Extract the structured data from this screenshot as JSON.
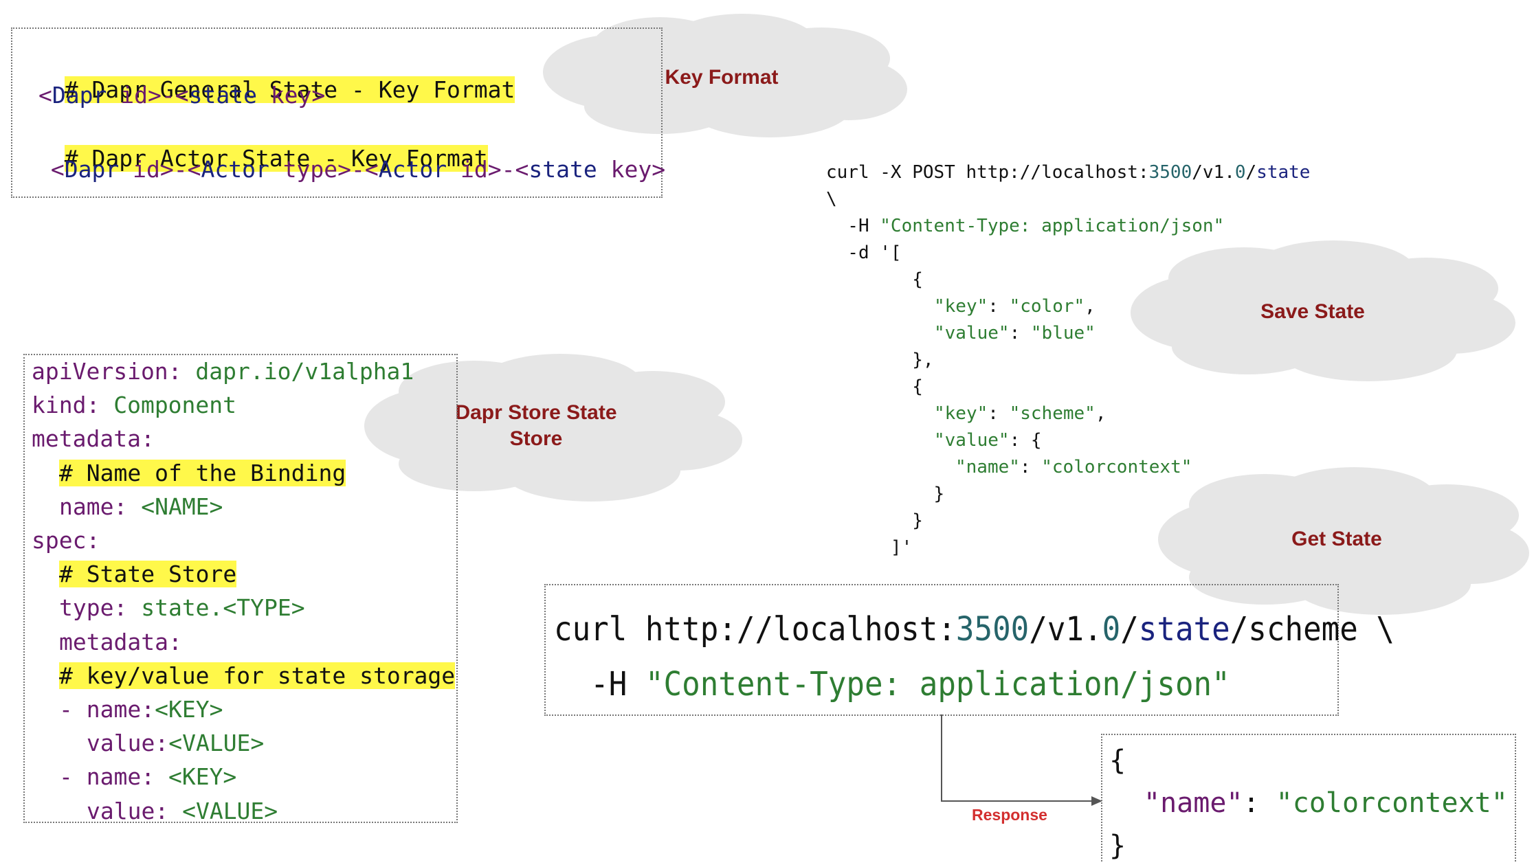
{
  "key_format": {
    "general_comment": "# Dapr General State - Key Format",
    "general_key": [
      "<",
      "Dapr",
      " ",
      "id",
      ">-<",
      "state",
      " ",
      "key",
      ">"
    ],
    "actor_comment": "# Dapr Actor State - Key Format",
    "actor_key": [
      " <",
      "Dapr",
      " ",
      "id",
      ">-<",
      "Actor",
      " ",
      "type",
      ">-<",
      "Actor",
      " ",
      "id",
      ">-<",
      "state",
      " ",
      "key",
      ">"
    ]
  },
  "clouds": {
    "key_format": "Key Format",
    "save_state": "Save State",
    "store_line1": "Dapr Store State",
    "store_line2": "Store",
    "get_state": "Get State"
  },
  "yaml": {
    "l1_key": "apiVersion:",
    "l1_val": " dapr.io/v1alpha1",
    "l2_key": "kind:",
    "l2_val": " Component",
    "l3_key": "metadata:",
    "l4_comment": "# Name of the Binding",
    "l5_key": "name:",
    "l5_val": " <NAME>",
    "l6_key": "spec:",
    "l7_comment": "# State Store",
    "l8_key": "type:",
    "l8_val": " state.<TYPE>",
    "l9_key": "metadata:",
    "l10_comment": "# key/value for state storage",
    "l11_dash": "- ",
    "l11_key": "name:",
    "l11_val": "<KEY>",
    "l12_key": "value:",
    "l12_val": "<VALUE>",
    "l13_dash": "- ",
    "l13_key": "name:",
    "l13_val": " <KEY>",
    "l14_key": "value:",
    "l14_val": " <VALUE>"
  },
  "save_state_code": {
    "l1_pre": "curl -X POST http://localhost:",
    "l1_port": "3500",
    "l1_mid": "/v1.",
    "l1_ver": "0",
    "l1_sep": "/",
    "l1_path": "state",
    "l2": "\\",
    "l3_flag": "  -H ",
    "l3_str": "\"Content-Type: application/json\"",
    "l4": "  -d '[",
    "l5": "        {",
    "l6_k": "\"key\"",
    "l6_c": ": ",
    "l6_v": "\"color\"",
    "l6_e": ",",
    "l7_k": "\"value\"",
    "l7_c": ": ",
    "l7_v": "\"blue\"",
    "l8": "        },",
    "l9": "        {",
    "l10_k": "\"key\"",
    "l10_c": ": ",
    "l10_v": "\"scheme\"",
    "l10_e": ",",
    "l11_k": "\"value\"",
    "l11_c": ": {",
    "l12_k": "\"name\"",
    "l12_c": ": ",
    "l12_v": "\"colorcontext\"",
    "l13": "          }",
    "l14": "        }",
    "l15": "      ]'"
  },
  "get_state_code": {
    "l1_pre": "curl http://localhost:",
    "l1_port": "3500",
    "l1_mid": "/v1.",
    "l1_ver": "0",
    "l1_sep": "/",
    "l1_path": "state",
    "l1_post": "/scheme \\",
    "l2_flag": "  -H ",
    "l2_str": "\"Content-Type: application/json\""
  },
  "response": {
    "label": "Response",
    "open": "{",
    "key": "\"name\"",
    "colon": ": ",
    "value": "\"colorcontext\"",
    "close": "}"
  },
  "colors": {
    "highlight": "#fff84a",
    "cloud_fill": "#e6e6e6",
    "cloud_text": "#8b1a1a",
    "response_text": "#d32f2f"
  }
}
